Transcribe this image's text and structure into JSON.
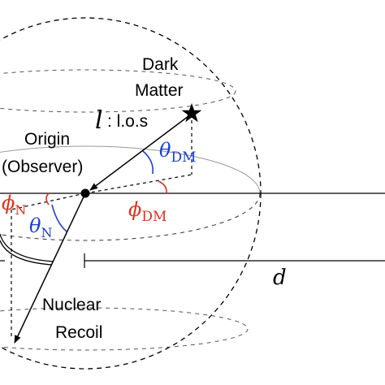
{
  "labels": {
    "dark_matter_line1": "Dark",
    "dark_matter_line2": "Matter",
    "los_symbol": "l",
    "los_text": ": l.o.s",
    "origin_line1": "Origin",
    "origin_line2": "(Observer)",
    "theta_dm_symbol": "θ",
    "theta_dm_sub": "DM",
    "phi_n_symbol": "ϕ",
    "phi_n_sub": "N",
    "theta_n_symbol": "θ",
    "theta_n_sub": "N",
    "phi_dm_symbol": "ϕ",
    "phi_dm_sub": "DM",
    "distance_symbol": "d",
    "nuclear_recoil_line1": "Nuclear",
    "nuclear_recoil_line2": "Recoil"
  },
  "colors": {
    "line": "#000000",
    "theta": "#1a3fd6",
    "phi": "#e0301e",
    "guide": "#9a9a9a"
  },
  "icons": {
    "dark_matter_marker": "star-icon",
    "origin_marker": "dot-icon"
  }
}
